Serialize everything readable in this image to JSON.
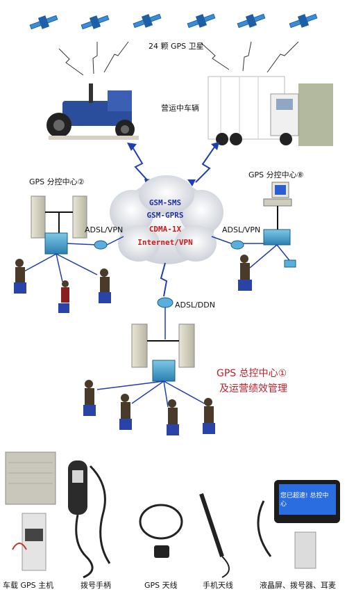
{
  "satellites_label": "24 颗 GPS 卫星",
  "vehicles_label": "营运中车辆",
  "center2_label": "GPS 分控中心②",
  "center3_label": "GPS 分控中心⑧",
  "cloud": {
    "line1": "GSM-SMS",
    "line2": "GSM-GPRS",
    "line3": "CDMA-1X",
    "line4": "Internet/VPN"
  },
  "link_left": "ADSL/VPN",
  "link_right": "ADSL/VPN",
  "link_center": "ADSL/DDN",
  "main_center": {
    "line1": "GPS 总控中心①",
    "line2": "及运营绩效管理"
  },
  "devices": [
    "车载 GPS 主机",
    "拨号手柄",
    "GPS 天线",
    "手机天线",
    "液晶屏、拨号器、耳麦"
  ],
  "lcd_screen_text": "您已超速! 总控中心",
  "colors": {
    "link_blue": "#1e3fb0",
    "cloud_blue": "#1f2fa8",
    "cloud_red": "#cc1a1a",
    "caption_red": "#c0202a"
  }
}
